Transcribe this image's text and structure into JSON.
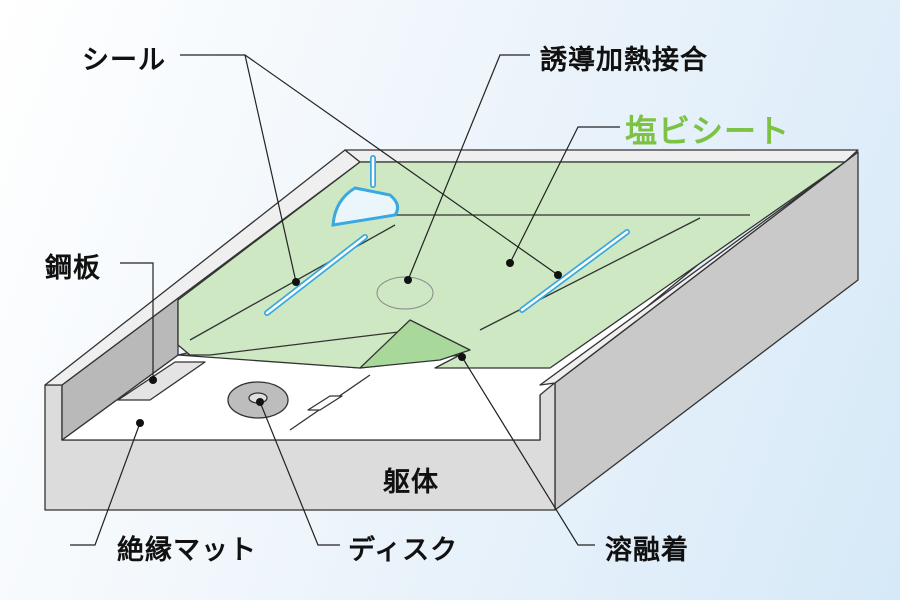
{
  "labels": {
    "seal": "シール",
    "induction_joint": "誘導加熱接合",
    "pvc_sheet": "塩ビシート",
    "steel_plate": "鋼板",
    "structure": "躯体",
    "insulation_mat": "絶縁マット",
    "disk": "ディスク",
    "fusion": "溶融着"
  },
  "colors": {
    "pvc_label": "#7cc243",
    "sheet_green": "#cde8c2",
    "seal_blue": "#3aa9e0",
    "wall_gray": "#d4d4d4"
  }
}
